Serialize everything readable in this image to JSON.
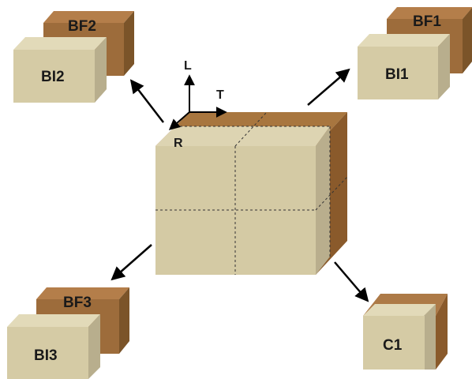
{
  "diagram": {
    "axes": {
      "longitudinal": "L",
      "tangential": "T",
      "radial": "R"
    },
    "blocks": {
      "top_left": {
        "front": "BI2",
        "back": "BF2"
      },
      "top_right": {
        "front": "BI1",
        "back": "BF1"
      },
      "bottom_left": {
        "front": "BI3",
        "back": "BF3"
      },
      "bottom_right": {
        "single": "C1"
      }
    },
    "colors": {
      "light_face": "#d5cba5",
      "light_top": "#e2dab9",
      "light_side": "#bbb190",
      "dark_face": "#9a6e3c",
      "dark_top": "#b17d4a",
      "dark_side": "#7b5529",
      "arrow": "#000000"
    }
  }
}
